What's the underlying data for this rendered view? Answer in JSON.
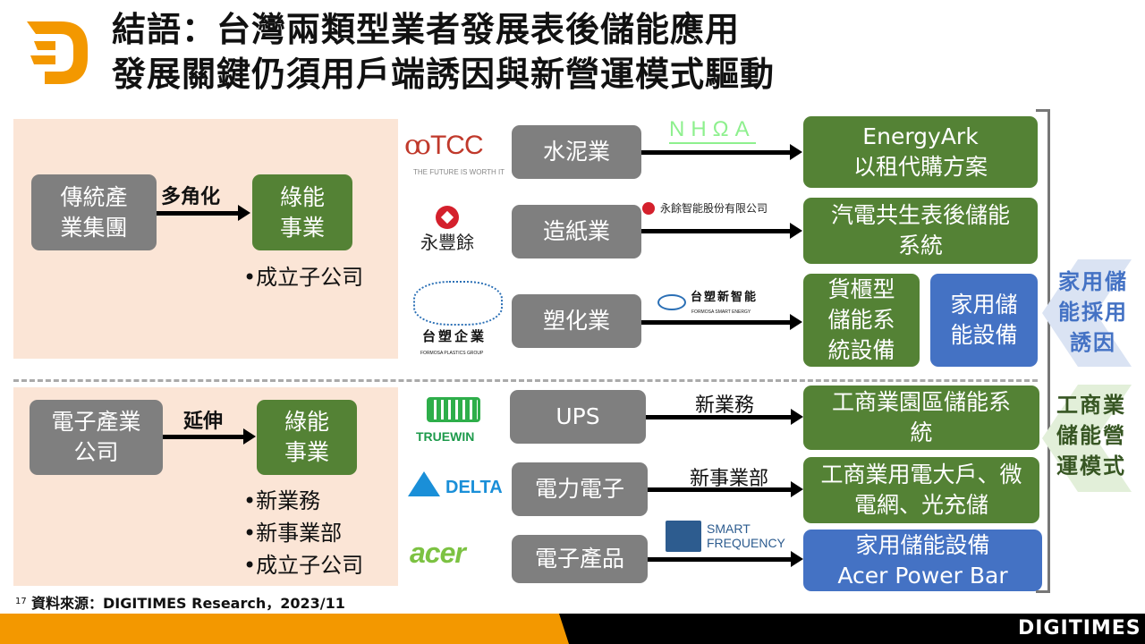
{
  "header": {
    "title_line1": "結語：台灣兩類型業者發展表後儲能應用",
    "title_line2": "發展關鍵仍須用戶端誘因與新營運模式驅動"
  },
  "top_group": {
    "source": "傳統產業集團",
    "arrow_label": "多角化",
    "target": "綠能事業",
    "bullets": [
      "•成立子公司"
    ]
  },
  "bottom_group": {
    "source": "電子產業公司",
    "arrow_label": "延伸",
    "target": "綠能事業",
    "bullets": [
      "•新業務",
      "•新事業部",
      "•成立子公司"
    ]
  },
  "rows": [
    {
      "logo": "TCC",
      "logo_tagline": "THE FUTURE IS WORTH IT",
      "industry": "水泥業",
      "partner": "NHΩA",
      "result": "EnergyArk\n以租代購方案"
    },
    {
      "logo": "永豐餘",
      "industry": "造紙業",
      "partner": "永餘智能股份有限公司",
      "result": "汽電共生表後儲能系統"
    },
    {
      "logo": "台塑企業",
      "logo_tagline": "FORMOSA PLASTICS GROUP",
      "industry": "塑化業",
      "partner": "台塑新智能",
      "partner_tagline": "FORMOSA SMART ENERGY",
      "result": "貨櫃型儲能系統設備",
      "result2": "家用儲能設備"
    },
    {
      "logo": "TRUEWIN",
      "industry": "UPS",
      "partner": "新業務",
      "result": "工商業園區儲能系統"
    },
    {
      "logo": "DELTA",
      "industry": "電力電子",
      "partner": "新事業部",
      "result": "工商業用電大戶、微電網、光充儲"
    },
    {
      "logo": "acer",
      "industry": "電子產品",
      "partner": "SMART FREQUENCY",
      "result": "家用儲能設備\nAcer Power Bar"
    }
  ],
  "side_labels": {
    "household": "家用儲能採用誘因",
    "commercial": "工商業儲能營運模式"
  },
  "footer": {
    "page": "17",
    "source": "資料來源：DIGITIMES Research，2023/11",
    "brand": "DIGITIMES"
  },
  "colors": {
    "gray": "#7f7f7f",
    "green": "#548235",
    "blue": "#4472c4",
    "orange": "#f39800",
    "peach": "#fbe5d6"
  }
}
